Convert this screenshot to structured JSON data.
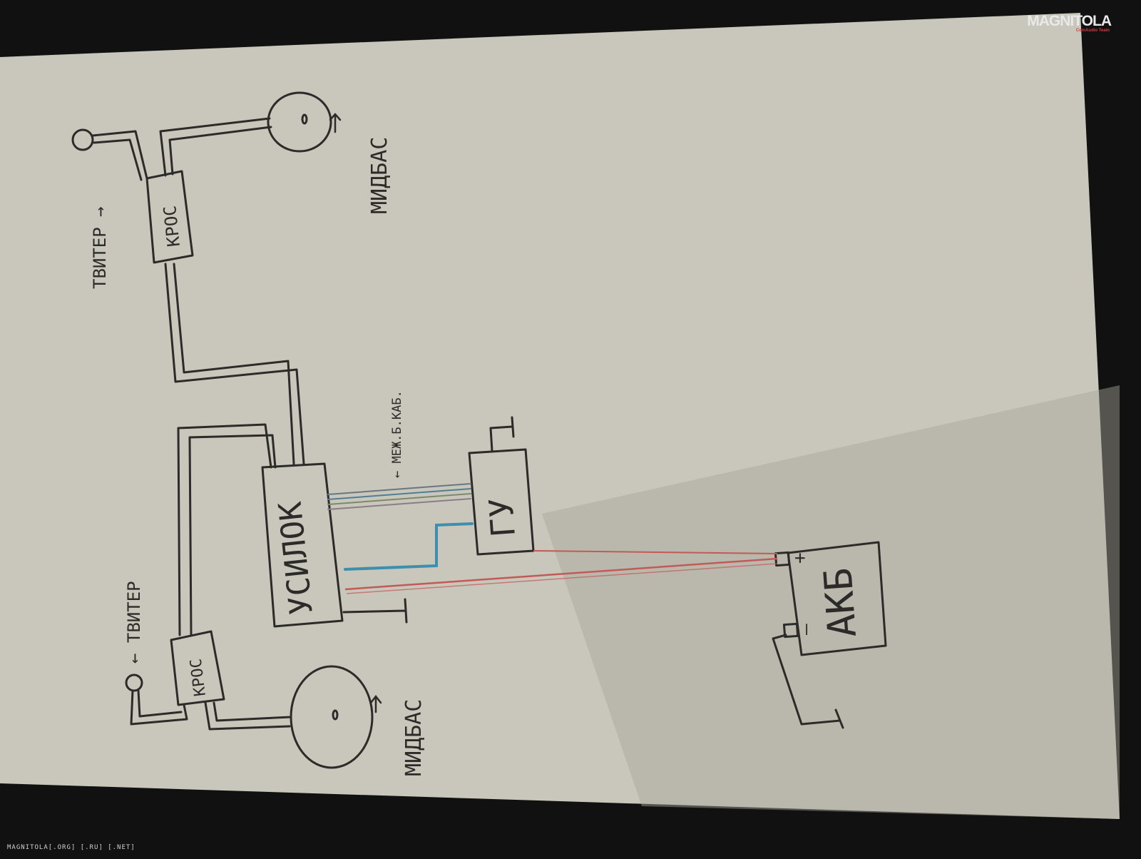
{
  "watermark": {
    "brand": "MAGNITOLA",
    "brand_sub": "ComAudio Team",
    "footer": "MAGNITOLA[.ORG] [.RU] [.NET]"
  },
  "labels": {
    "tweeter_top": "ТВИТЕР →",
    "midbass_top": "МИДБАС",
    "cross_top": "КРОС",
    "amp": "УСИЛОК",
    "interconnect": "← МЕЖ.Б.КАБ.",
    "head_unit": "ГУ",
    "tweeter_bottom": "← ТВИТЕР",
    "cross_bottom": "КРОС",
    "midbass_bottom": "МИДБАС",
    "battery": "АКБ",
    "battery_plus": "+",
    "battery_minus": "–"
  },
  "colors": {
    "paper": "#c9c6bb",
    "ink": "#2c2b2a",
    "wire_red": "#c25a57",
    "wire_blue": "#3d8fb0",
    "wire_rca": "#6a7780"
  }
}
